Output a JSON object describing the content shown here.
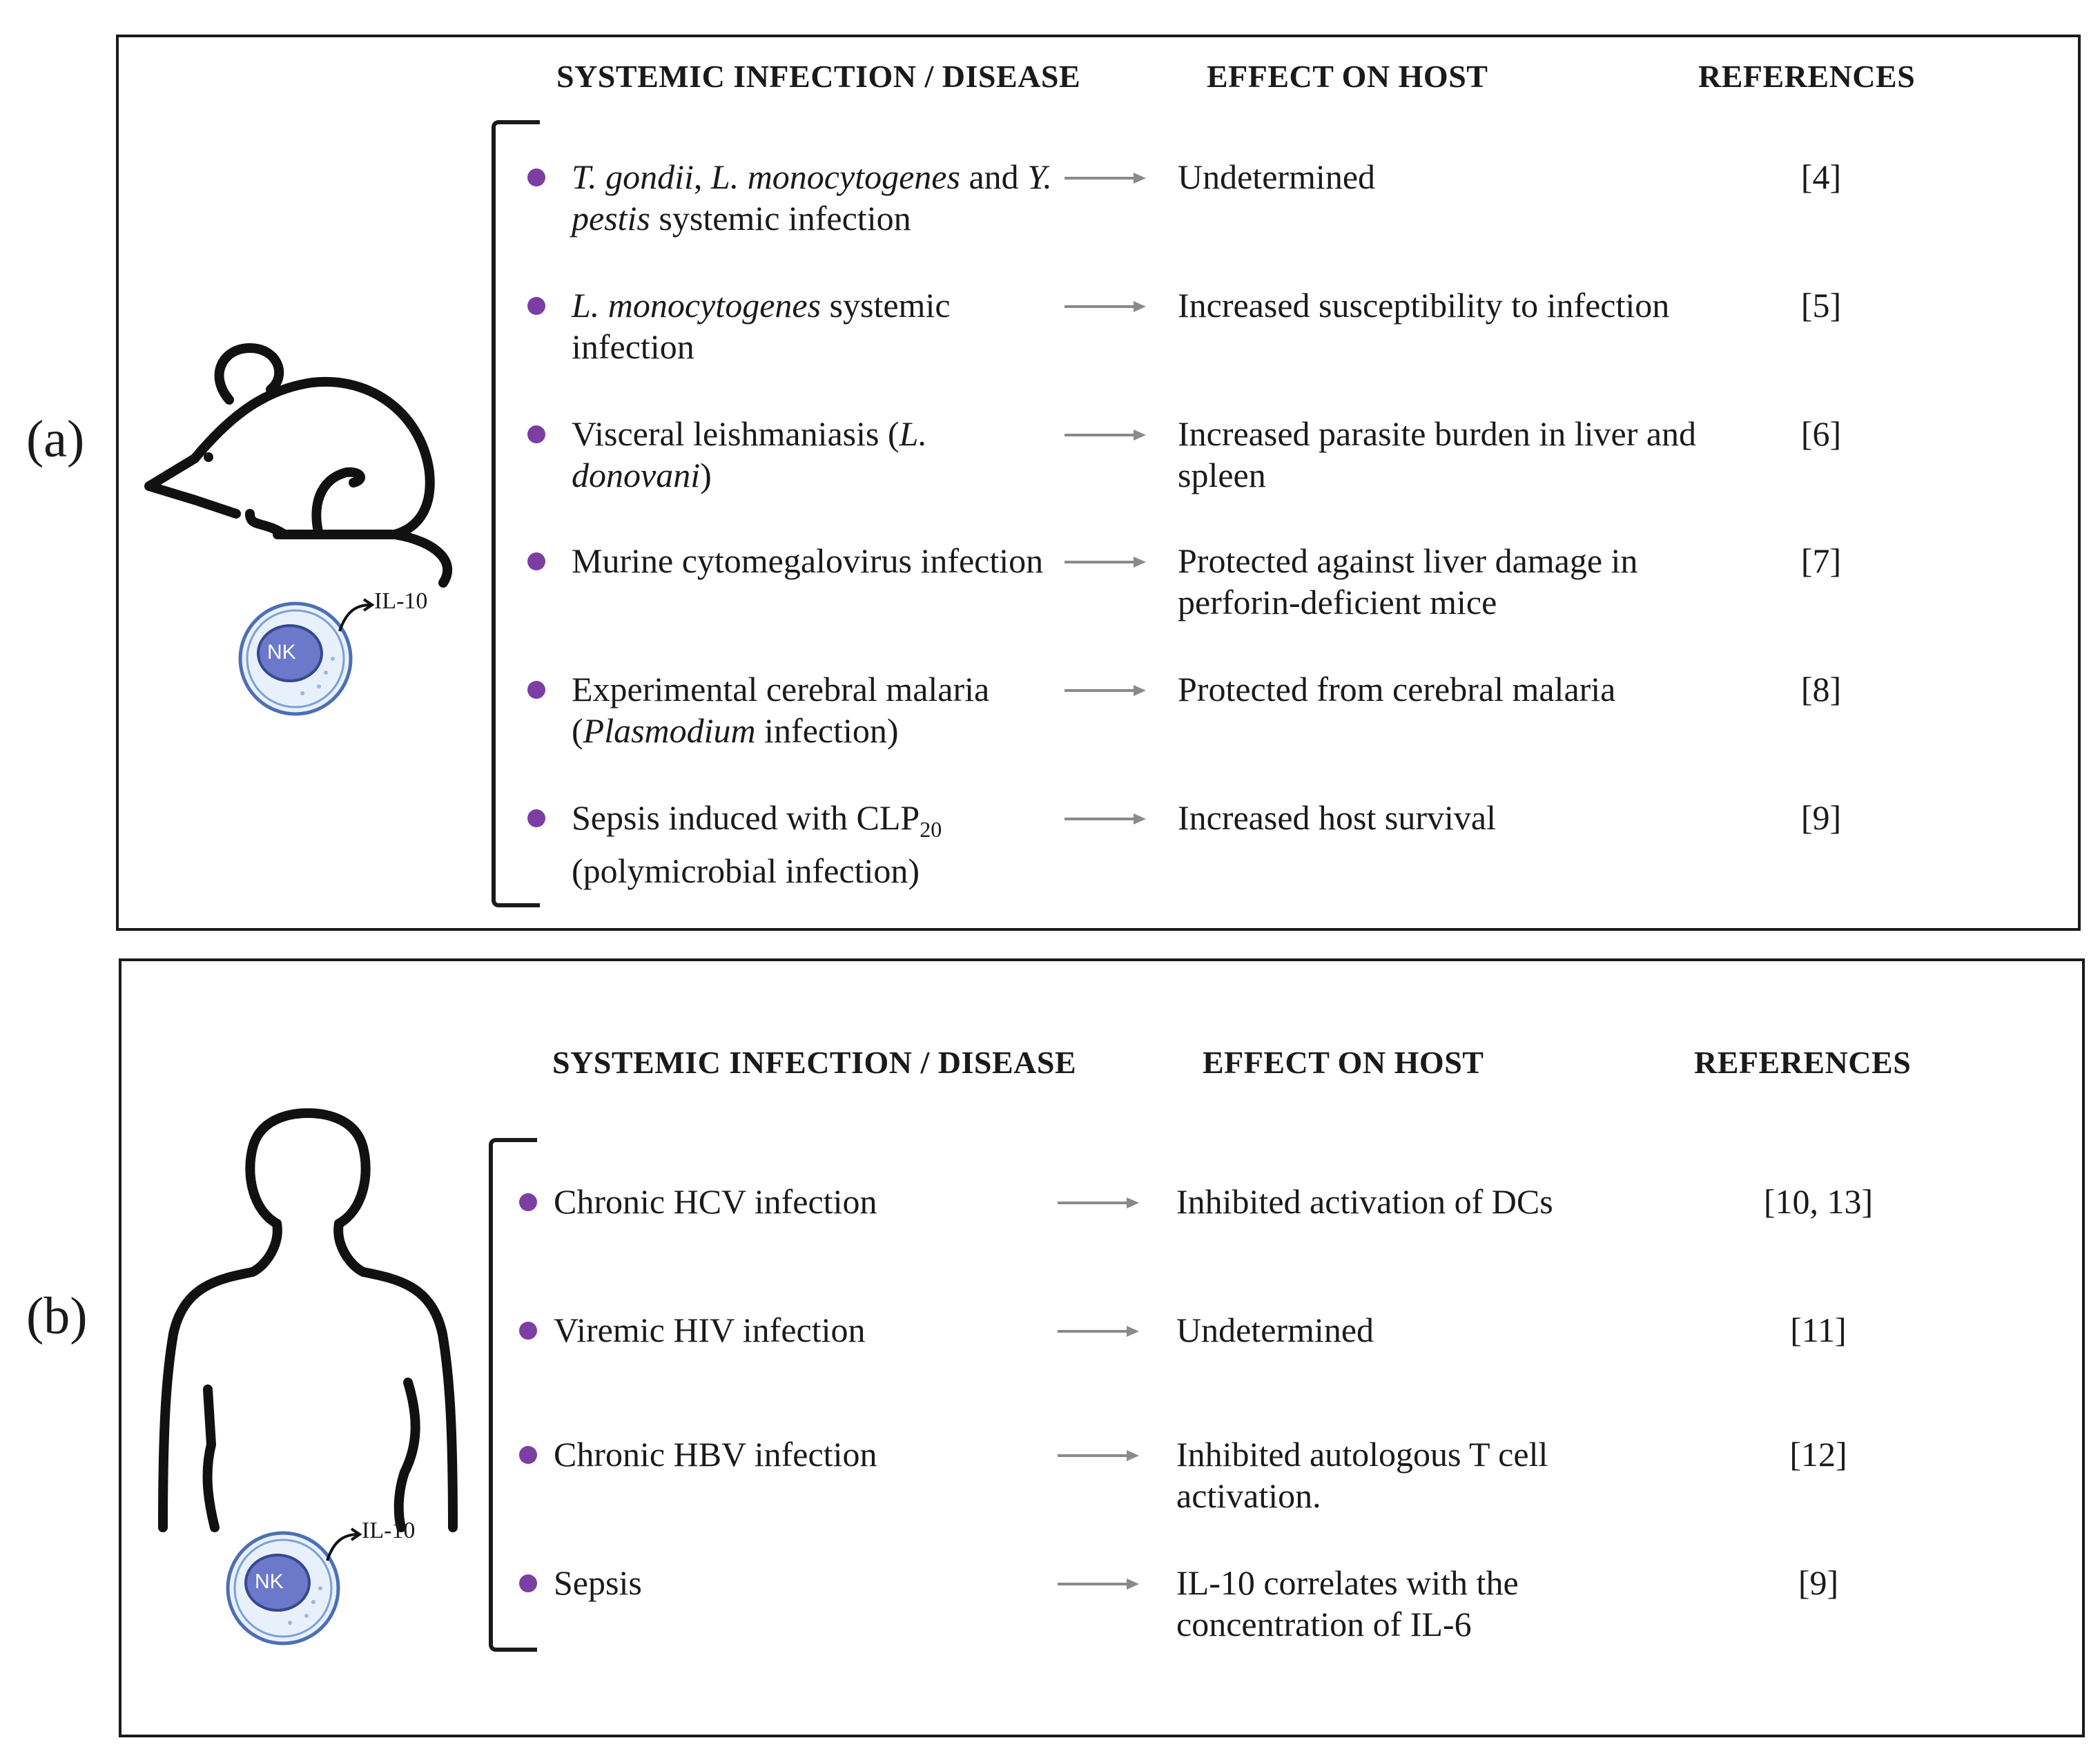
{
  "panel_a": {
    "label": "(a)",
    "headers": {
      "disease": "SYSTEMIC INFECTION / DISEASE",
      "effect": "EFFECT ON HOST",
      "refs": "REFERENCES"
    },
    "icon": "mouse-icon",
    "nk_cell": {
      "label": "NK",
      "cytokine": "IL-10"
    },
    "rows": [
      {
        "disease_parts": [
          {
            "t": "T. gondii",
            "i": true
          },
          {
            "t": ", ",
            "i": false
          },
          {
            "t": "L. monocytogenes",
            "i": true
          },
          {
            "t": " and ",
            "i": false
          },
          {
            "t": "Y. pestis",
            "i": true
          },
          {
            "t": " systemic infection",
            "i": false
          }
        ],
        "effect": "Undetermined",
        "ref": "[4]"
      },
      {
        "disease_parts": [
          {
            "t": "L. monocytogenes",
            "i": true
          },
          {
            "t": " systemic infection",
            "i": false
          }
        ],
        "effect": "Increased susceptibility to infection",
        "ref": "[5]"
      },
      {
        "disease_parts": [
          {
            "t": "Visceral leishmaniasis (",
            "i": false
          },
          {
            "t": "L. donovani",
            "i": true
          },
          {
            "t": ")",
            "i": false
          }
        ],
        "effect": "Increased parasite burden in liver and spleen",
        "ref": "[6]"
      },
      {
        "disease_parts": [
          {
            "t": "Murine cytomegalovirus infection",
            "i": false
          }
        ],
        "effect": "Protected against liver damage in perforin-deficient mice",
        "ref": "[7]"
      },
      {
        "disease_parts": [
          {
            "t": "Experimental cerebral malaria (",
            "i": false
          },
          {
            "t": "Plasmodium",
            "i": true
          },
          {
            "t": " infection)",
            "i": false
          }
        ],
        "effect": "Protected from cerebral malaria",
        "ref": "[8]"
      },
      {
        "disease_parts": [
          {
            "t": "Sepsis induced with CLP",
            "i": false
          },
          {
            "t": "20",
            "i": false,
            "sub": true
          },
          {
            "t": " (polymicrobial infection)",
            "i": false
          }
        ],
        "effect": "Increased host survival",
        "ref": "[9]"
      }
    ]
  },
  "panel_b": {
    "label": "(b)",
    "headers": {
      "disease": "SYSTEMIC INFECTION / DISEASE",
      "effect": "EFFECT ON HOST",
      "refs": "REFERENCES"
    },
    "icon": "human-silhouette-icon",
    "nk_cell": {
      "label": "NK",
      "cytokine": "IL-10"
    },
    "rows": [
      {
        "disease_parts": [
          {
            "t": "Chronic HCV infection",
            "i": false
          }
        ],
        "effect": "Inhibited activation of DCs",
        "ref": "[10, 13]"
      },
      {
        "disease_parts": [
          {
            "t": "Viremic HIV infection",
            "i": false
          }
        ],
        "effect": "Undetermined",
        "ref": "[11]"
      },
      {
        "disease_parts": [
          {
            "t": "Chronic HBV infection",
            "i": false
          }
        ],
        "effect": "Inhibited autologous T cell activation.",
        "ref": "[12]"
      },
      {
        "disease_parts": [
          {
            "t": "Sepsis",
            "i": false
          }
        ],
        "effect": "IL-10 correlates with the concentration of IL-6",
        "ref": "[9]"
      }
    ]
  },
  "colors": {
    "bullet": "#7b3fa3",
    "arrow": "#8a8a8a",
    "nk_inner": "#4d5fb0",
    "nk_outer": "#a7c6e8"
  }
}
